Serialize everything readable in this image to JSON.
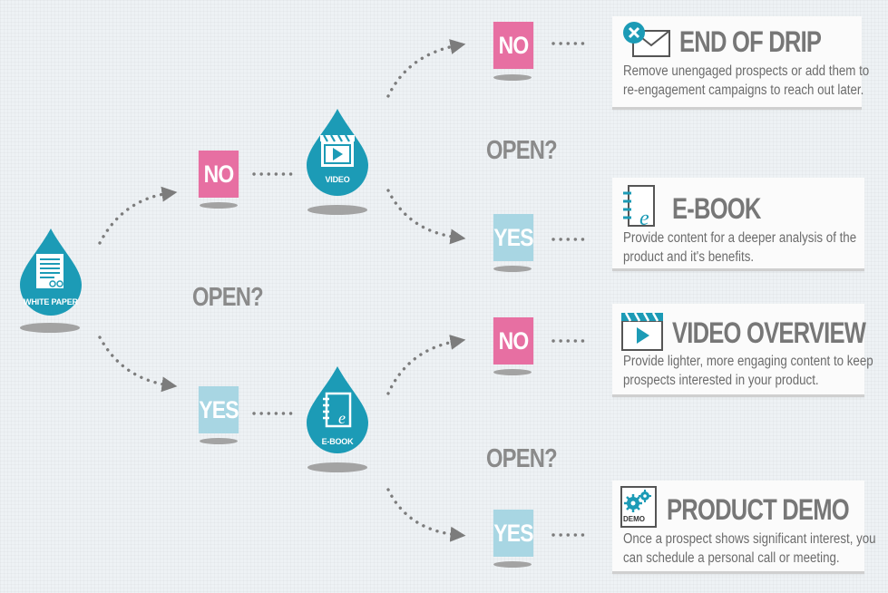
{
  "nodes": {
    "white_paper": "WHITE PAPER",
    "video": "VIDEO",
    "ebook": "E-BOOK",
    "demo_icon_label": "DEMO"
  },
  "question": "OPEN?",
  "answers": {
    "no": "NO",
    "yes": "YES"
  },
  "cards": [
    {
      "title": "END OF DRIP",
      "line1": "Remove unengaged prospects or add them to",
      "line2": "re-engagement campaigns to reach out later."
    },
    {
      "title": "E-BOOK",
      "line1": "Provide content for a deeper analysis of the",
      "line2": "product and it's benefits."
    },
    {
      "title": "VIDEO OVERVIEW",
      "line1": "Provide lighter, more engaging content to keep",
      "line2": "prospects interested in your product."
    },
    {
      "title": "PRODUCT DEMO",
      "line1": "Once a prospect shows significant interest, you",
      "line2": "can schedule a personal call or meeting."
    }
  ],
  "colors": {
    "teal": "#1c9bb6",
    "no_pink": "#e76fa2",
    "yes_blue": "#a8d6e3",
    "text_gray": "#777777"
  }
}
